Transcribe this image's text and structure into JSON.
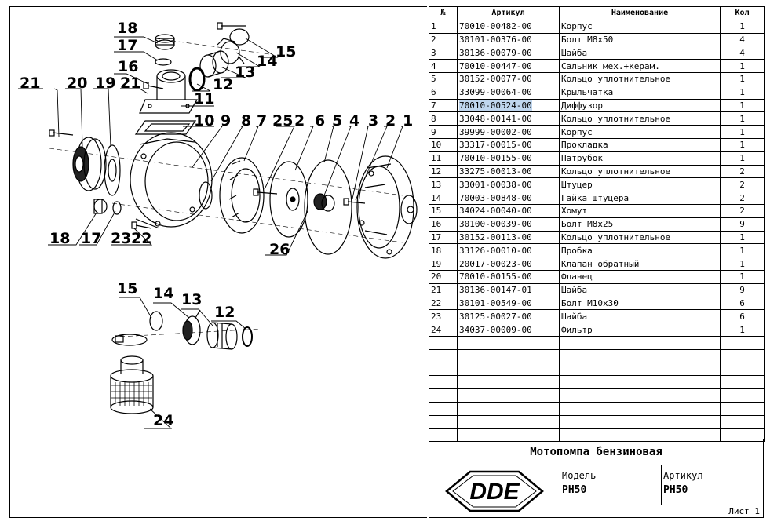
{
  "callouts": [
    "18",
    "17",
    "16",
    "21",
    "20",
    "19",
    "21",
    "11",
    "12",
    "13",
    "14",
    "15",
    "10",
    "9",
    "8",
    "7",
    "25",
    "2",
    "6",
    "5",
    "4",
    "3",
    "2",
    "1",
    "18",
    "17",
    "23",
    "22",
    "26",
    "15",
    "14",
    "13",
    "12",
    "24"
  ],
  "table": {
    "headers": [
      "№",
      "Артикул",
      "Наименование",
      "Кол"
    ],
    "rows": [
      {
        "num": "1",
        "art": "70010-00482-00",
        "name": "Корпус",
        "qty": "1"
      },
      {
        "num": "2",
        "art": "30101-00376-00",
        "name": "Болт М8х50",
        "qty": "4"
      },
      {
        "num": "3",
        "art": "30136-00079-00",
        "name": "Шайба",
        "qty": "4"
      },
      {
        "num": "4",
        "art": "70010-00447-00",
        "name": "Сальник мех.+керам.",
        "qty": "1"
      },
      {
        "num": "5",
        "art": "30152-00077-00",
        "name": "Кольцо уплотнительное",
        "qty": "1"
      },
      {
        "num": "6",
        "art": "33099-00064-00",
        "name": "Крыльчатка",
        "qty": "1"
      },
      {
        "num": "7",
        "art": "70010-00524-00",
        "name": "Диффузор",
        "qty": "1"
      },
      {
        "num": "8",
        "art": "33048-00141-00",
        "name": "Кольцо уплотнительное",
        "qty": "1"
      },
      {
        "num": "9",
        "art": "39999-00002-00",
        "name": "Корпус",
        "qty": "1"
      },
      {
        "num": "10",
        "art": "33317-00015-00",
        "name": "Прокладка",
        "qty": "1"
      },
      {
        "num": "11",
        "art": "70010-00155-00",
        "name": "Патрубок",
        "qty": "1"
      },
      {
        "num": "12",
        "art": "33275-00013-00",
        "name": "Кольцо уплотнительное",
        "qty": "2"
      },
      {
        "num": "13",
        "art": "33001-00038-00",
        "name": "Штуцер",
        "qty": "2"
      },
      {
        "num": "14",
        "art": "70003-00848-00",
        "name": "Гайка штуцера",
        "qty": "2"
      },
      {
        "num": "15",
        "art": "34024-00040-00",
        "name": "Хомут",
        "qty": "2"
      },
      {
        "num": "16",
        "art": "30100-00039-00",
        "name": "Болт М8х25",
        "qty": "9"
      },
      {
        "num": "17",
        "art": "30152-00113-00",
        "name": "Кольцо уплотнительное",
        "qty": "1"
      },
      {
        "num": "18",
        "art": "33126-00010-00",
        "name": "Пробка",
        "qty": "1"
      },
      {
        "num": "19",
        "art": "20017-00023-00",
        "name": "Клапан обратный",
        "qty": "1"
      },
      {
        "num": "20",
        "art": "70010-00155-00",
        "name": "Фланец",
        "qty": "1"
      },
      {
        "num": "21",
        "art": "30136-00147-01",
        "name": "Шайба",
        "qty": "9"
      },
      {
        "num": "22",
        "art": "30101-00549-00",
        "name": "Болт М10х30",
        "qty": "6"
      },
      {
        "num": "23",
        "art": "30125-00027-00",
        "name": "Шайба",
        "qty": "6"
      },
      {
        "num": "24",
        "art": "34037-00009-00",
        "name": "Фильтр",
        "qty": "1"
      }
    ],
    "empty_rows": 8,
    "highlight_row": 6,
    "highlight_color": "#bfd6ee"
  },
  "title_block": {
    "title": "Мотопомпа бензиновая",
    "logo_text": "DDE",
    "model_label": "Модель",
    "model_value": "PH50",
    "article_label": "Артикул",
    "article_value": "PH50",
    "sheet": "Лист 1"
  }
}
